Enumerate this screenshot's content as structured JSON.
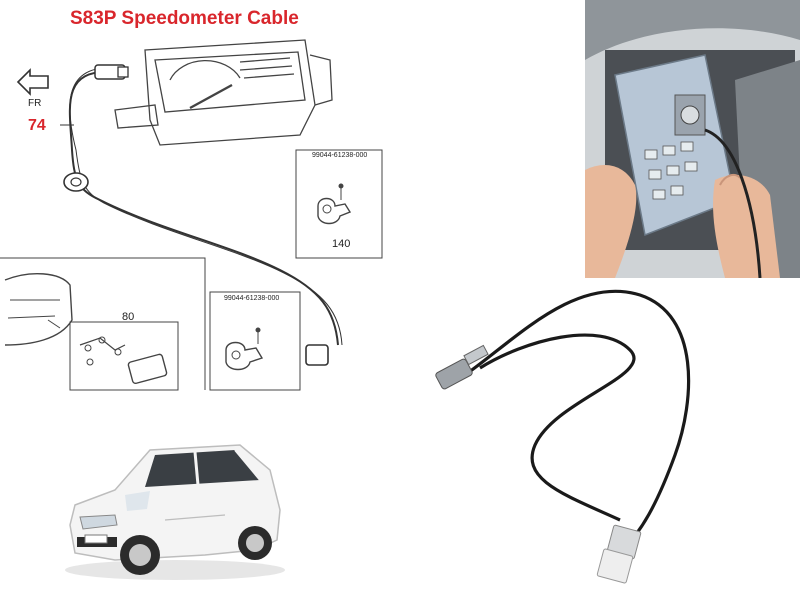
{
  "diagram": {
    "title": "S83P Speedometer Cable",
    "fr_label": "FR",
    "part_number_main": "74",
    "part_number_clip": "140",
    "part_number_harness": "80",
    "part_code_1": "99044-61238-000",
    "part_code_2": "99044-61238-000"
  },
  "colors": {
    "title_red": "#d9262c",
    "cable_black": "#1a1a1a",
    "line_art": "#333333"
  }
}
